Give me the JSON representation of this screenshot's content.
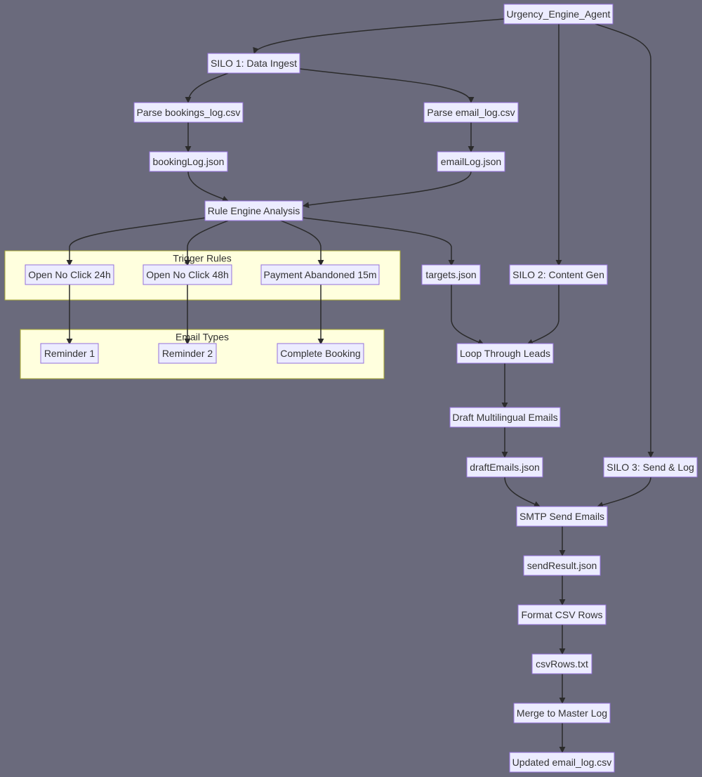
{
  "clusters": [
    {
      "id": "trigger",
      "label": "Trigger Rules"
    },
    {
      "id": "emailtypes",
      "label": "Email Types"
    }
  ],
  "nodes": [
    {
      "id": "agent",
      "label": "Urgency_Engine_Agent"
    },
    {
      "id": "silo1",
      "label": "SILO 1: Data Ingest"
    },
    {
      "id": "parseBookings",
      "label": "Parse bookings_log.csv"
    },
    {
      "id": "parseEmail",
      "label": "Parse email_log.csv"
    },
    {
      "id": "bookingLog",
      "label": "bookingLog.json"
    },
    {
      "id": "emailLog",
      "label": "emailLog.json"
    },
    {
      "id": "ruleEngine",
      "label": "Rule Engine Analysis"
    },
    {
      "id": "open24",
      "label": "Open No Click 24h"
    },
    {
      "id": "open48",
      "label": "Open No Click 48h"
    },
    {
      "id": "payAbandoned",
      "label": "Payment Abandoned 15m"
    },
    {
      "id": "targets",
      "label": "targets.json"
    },
    {
      "id": "silo2",
      "label": "SILO 2: Content Gen"
    },
    {
      "id": "reminder1",
      "label": "Reminder 1"
    },
    {
      "id": "reminder2",
      "label": "Reminder 2"
    },
    {
      "id": "completeBooking",
      "label": "Complete Booking"
    },
    {
      "id": "loopLeads",
      "label": "Loop Through Leads"
    },
    {
      "id": "draftEmails",
      "label": "Draft Multilingual Emails"
    },
    {
      "id": "draftJson",
      "label": "draftEmails.json"
    },
    {
      "id": "silo3",
      "label": "SILO 3: Send & Log"
    },
    {
      "id": "smtp",
      "label": "SMTP Send Emails"
    },
    {
      "id": "sendResult",
      "label": "sendResult.json"
    },
    {
      "id": "formatCsv",
      "label": "Format CSV Rows"
    },
    {
      "id": "csvRows",
      "label": "csvRows.txt"
    },
    {
      "id": "merge",
      "label": "Merge to Master Log"
    },
    {
      "id": "updatedLog",
      "label": "Updated email_log.csv"
    }
  ],
  "edges": [
    {
      "from": "agent",
      "to": "silo1"
    },
    {
      "from": "agent",
      "to": "silo2"
    },
    {
      "from": "agent",
      "to": "silo3"
    },
    {
      "from": "silo1",
      "to": "parseBookings"
    },
    {
      "from": "silo1",
      "to": "parseEmail"
    },
    {
      "from": "parseBookings",
      "to": "bookingLog"
    },
    {
      "from": "parseEmail",
      "to": "emailLog"
    },
    {
      "from": "bookingLog",
      "to": "ruleEngine"
    },
    {
      "from": "emailLog",
      "to": "ruleEngine"
    },
    {
      "from": "ruleEngine",
      "to": "open24"
    },
    {
      "from": "ruleEngine",
      "to": "open48"
    },
    {
      "from": "ruleEngine",
      "to": "payAbandoned"
    },
    {
      "from": "ruleEngine",
      "to": "targets"
    },
    {
      "from": "open24",
      "to": "reminder1"
    },
    {
      "from": "open48",
      "to": "reminder2"
    },
    {
      "from": "payAbandoned",
      "to": "completeBooking"
    },
    {
      "from": "targets",
      "to": "loopLeads"
    },
    {
      "from": "silo2",
      "to": "loopLeads"
    },
    {
      "from": "loopLeads",
      "to": "draftEmails"
    },
    {
      "from": "draftEmails",
      "to": "draftJson"
    },
    {
      "from": "draftJson",
      "to": "smtp"
    },
    {
      "from": "silo3",
      "to": "smtp"
    },
    {
      "from": "smtp",
      "to": "sendResult"
    },
    {
      "from": "sendResult",
      "to": "formatCsv"
    },
    {
      "from": "formatCsv",
      "to": "csvRows"
    },
    {
      "from": "csvRows",
      "to": "merge"
    },
    {
      "from": "merge",
      "to": "updatedLog"
    }
  ],
  "colors": {
    "background": "#6a6a7c",
    "node_fill": "#ececff",
    "node_stroke": "#9370db",
    "cluster_fill": "#ffffde",
    "cluster_stroke": "#aaaa33",
    "edge": "#2b2b2b",
    "text": "#333333"
  }
}
